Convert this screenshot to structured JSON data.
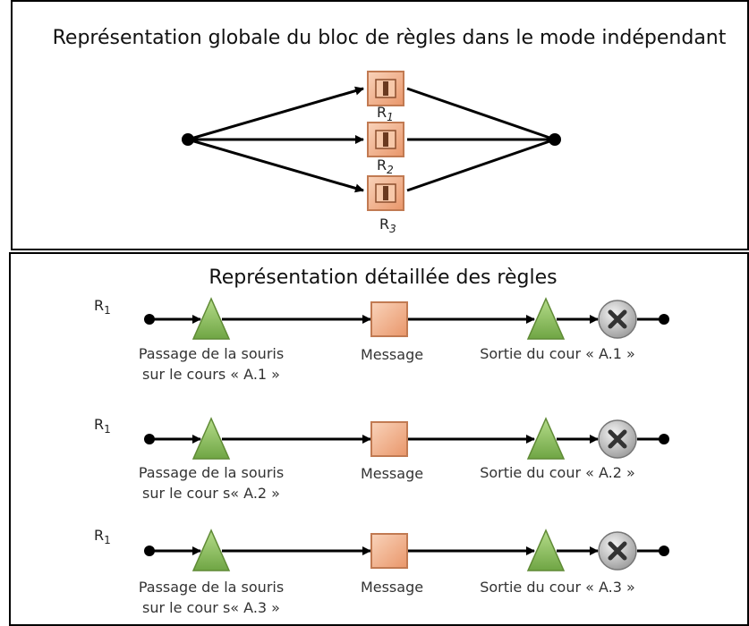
{
  "global_panel": {
    "title": "Représentation globale du bloc de règles dans le mode indépendant",
    "rules": [
      {
        "base": "R",
        "sub": "1"
      },
      {
        "base": "R",
        "sub": "2"
      },
      {
        "base": "R",
        "sub": "3"
      }
    ]
  },
  "detail_panel": {
    "title": "Représentation détaillée des règles",
    "rows": [
      {
        "label_base": "R",
        "label_sub": "1",
        "trigger_line1": "Passage de la souris",
        "trigger_line2": "sur le cours « A.1 »",
        "action": "Message",
        "exit": "Sortie du cour « A.1 »"
      },
      {
        "label_base": "R",
        "label_sub": "1",
        "trigger_line1": "Passage de la souris",
        "trigger_line2": "sur le cour s« A.2 »",
        "action": "Message",
        "exit": "Sortie du cour « A.2 »"
      },
      {
        "label_base": "R",
        "label_sub": "1",
        "trigger_line1": "Passage de la souris",
        "trigger_line2": "sur le cour s« A.3 »",
        "action": "Message",
        "exit": "Sortie du cour « A.3 »"
      }
    ]
  },
  "colors": {
    "box_fill": "#f3b48f",
    "box_stroke": "#c17a52",
    "triangle_fill": "#8fc05e",
    "triangle_stroke": "#5f8a35",
    "end_node_fill": "#c8c8c8"
  }
}
